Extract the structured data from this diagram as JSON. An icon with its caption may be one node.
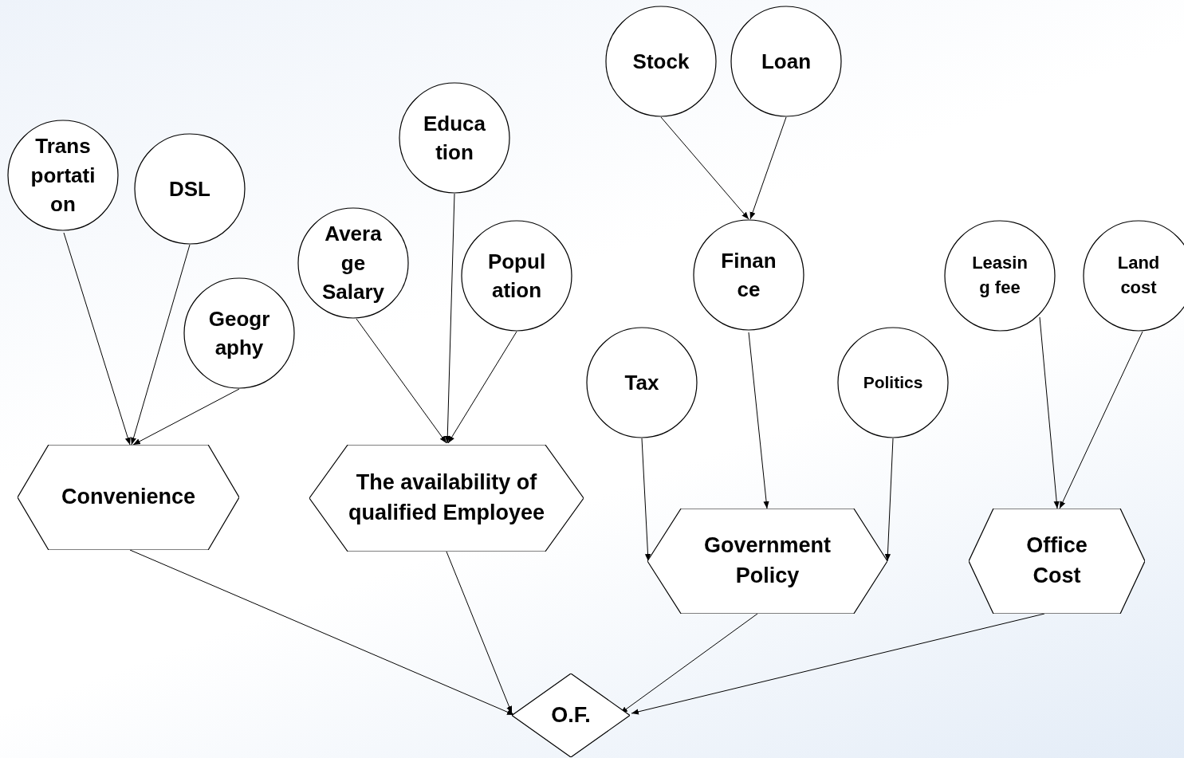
{
  "diagram": {
    "nodes": [
      {
        "text": [
          "Stock"
        ]
      },
      {
        "text": [
          "Loan"
        ]
      },
      {
        "text": [
          "Educa tion"
        ]
      },
      {
        "text": [
          "Trans portati on"
        ]
      },
      {
        "text": [
          "DSL"
        ]
      },
      {
        "text": [
          "Avera ge Salary"
        ]
      },
      {
        "text": [
          "Popul ation"
        ]
      },
      {
        "text": [
          "Finan ce"
        ]
      },
      {
        "text": [
          "Leasin g fee"
        ]
      },
      {
        "text": [
          "Land cost"
        ]
      },
      {
        "text": [
          "Geogr aphy"
        ]
      },
      {
        "text": [
          "Tax"
        ]
      },
      {
        "text": [
          "Politics"
        ]
      },
      {
        "text": [
          "Convenience"
        ]
      },
      {
        "text": [
          "The availability of qualified Employee"
        ]
      },
      {
        "text": [
          "Government Policy"
        ]
      },
      {
        "text": [
          "Office Cost"
        ]
      },
      {
        "text": [
          "O.F."
        ]
      }
    ],
    "edges": [
      {
        "from": 3,
        "to": 13,
        "arrow": "to"
      },
      {
        "from": 4,
        "to": 13,
        "arrow": "to"
      },
      {
        "from": 10,
        "to": 13,
        "arrow": "to"
      },
      {
        "from": 5,
        "to": 14,
        "arrow": "to"
      },
      {
        "from": 2,
        "to": 14,
        "arrow": "to"
      },
      {
        "from": 6,
        "to": 14,
        "arrow": "to"
      },
      {
        "from": 0,
        "to": 7,
        "arrow": "to"
      },
      {
        "from": 1,
        "to": 7,
        "arrow": "to"
      },
      {
        "from": 7,
        "to": 15,
        "arrow": "to"
      },
      {
        "from": 11,
        "to": 15,
        "arrow": "to"
      },
      {
        "from": 12,
        "to": 15,
        "arrow": "to"
      },
      {
        "from": 8,
        "to": 16,
        "arrow": "to"
      },
      {
        "from": 9,
        "to": 16,
        "arrow": "to"
      },
      {
        "from": 13,
        "to": 17,
        "arrow": "to"
      },
      {
        "from": 14,
        "to": 17,
        "arrow": "to"
      },
      {
        "from": 15,
        "to": 17,
        "arrow": "to"
      },
      {
        "from": 16,
        "to": 17,
        "arrow": "to"
      }
    ]
  }
}
